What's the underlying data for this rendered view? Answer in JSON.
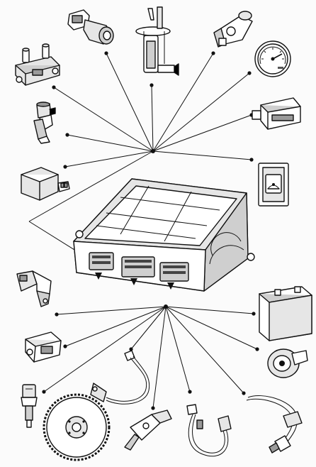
{
  "figure": {
    "text": []
  },
  "components": [
    {
      "id": "ignition-coil-pack",
      "icon": "ignition-coil-icon"
    },
    {
      "id": "idle-control-valve",
      "icon": "idle-valve-icon"
    },
    {
      "id": "fuel-pump-module",
      "icon": "fuel-pump-icon"
    },
    {
      "id": "pressure-sensor",
      "icon": "pressure-sensor-icon"
    },
    {
      "id": "speedometer-gauge",
      "icon": "gauge-icon"
    },
    {
      "id": "connector-block",
      "icon": "connector-icon"
    },
    {
      "id": "fuel-injector",
      "icon": "injector-icon"
    },
    {
      "id": "warning-switch",
      "icon": "warning-switch-icon"
    },
    {
      "id": "relay",
      "icon": "relay-icon"
    },
    {
      "id": "engine-control-unit",
      "icon": "ecu-icon"
    },
    {
      "id": "cam-position-sensor",
      "icon": "cam-sensor-icon"
    },
    {
      "id": "battery",
      "icon": "battery-icon"
    },
    {
      "id": "map-sensor",
      "icon": "map-sensor-icon"
    },
    {
      "id": "knock-sensor",
      "icon": "knock-sensor-icon"
    },
    {
      "id": "coolant-temp-sensor",
      "icon": "temp-sensor-icon"
    },
    {
      "id": "crankshaft-sensor-lead",
      "icon": "crank-sensor-icon"
    },
    {
      "id": "reluctor-ring",
      "icon": "reluctor-icon"
    },
    {
      "id": "speed-sensor",
      "icon": "speed-sensor-icon"
    },
    {
      "id": "oxygen-sensor-a",
      "icon": "lambda-sensor-icon"
    },
    {
      "id": "oxygen-sensor-b",
      "icon": "lambda-sensor-icon"
    }
  ],
  "colors": {
    "line": "#111111",
    "background": "#fbfbfb",
    "shade_light": "#e6e6e6",
    "shade_mid": "#cfcfcf",
    "shade_dark": "#9a9a9a"
  }
}
